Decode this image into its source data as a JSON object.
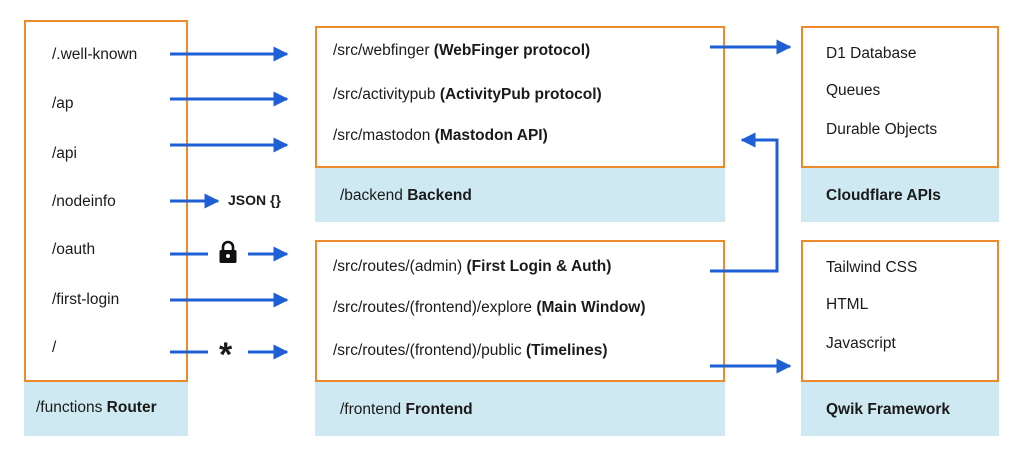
{
  "router": {
    "routes": [
      "/.well-known",
      "/ap",
      "/api",
      "/nodeinfo",
      "/oauth",
      "/first-login",
      "/"
    ],
    "caption_prefix": "/functions",
    "caption_name": "Router"
  },
  "nodeinfo_label": "JSON {}",
  "lock_icon": "lock-icon",
  "star_label": "*",
  "backend": {
    "items": [
      {
        "path": "/src/webfinger",
        "desc": "(WebFinger protocol)"
      },
      {
        "path": "/src/activitypub",
        "desc": "(ActivityPub protocol)"
      },
      {
        "path": "/src/mastodon",
        "desc": "(Mastodon API)"
      }
    ],
    "caption_prefix": "/backend",
    "caption_name": "Backend"
  },
  "frontend": {
    "items": [
      {
        "path": "/src/routes/(admin)",
        "desc": "(First Login & Auth)"
      },
      {
        "path": "/src/routes/(frontend)/explore",
        "desc": "(Main Window)"
      },
      {
        "path": "/src/routes/(frontend)/public",
        "desc": "(Timelines)"
      }
    ],
    "caption_prefix": "/frontend",
    "caption_name": "Frontend"
  },
  "cloudflare": {
    "items": [
      "D1 Database",
      "Queues",
      "Durable Objects"
    ],
    "caption": "Cloudflare APIs"
  },
  "qwik": {
    "items": [
      "Tailwind CSS",
      "HTML",
      "Javascript"
    ],
    "caption": "Qwik Framework"
  },
  "colors": {
    "border": "#ef8a2b",
    "panel": "#cfe9f3",
    "arrow": "#1f5fd6"
  }
}
